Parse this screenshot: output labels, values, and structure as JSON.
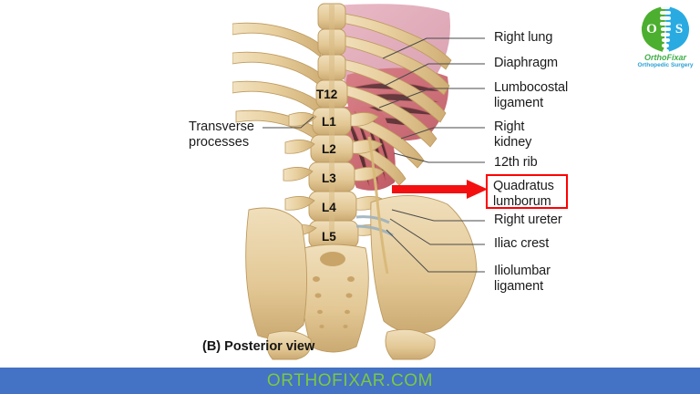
{
  "page": {
    "background_color": "#ffffff",
    "caption": "(B) Posterior view"
  },
  "logo": {
    "name": "orthofixar-logo",
    "title": "OrthoFixar",
    "subtitle": "Orthopedic Surgery",
    "green": "#4caf2f",
    "blue": "#29abe2"
  },
  "footer": {
    "text": "ORTHOFIXAR.COM",
    "background_color": "#4472c4",
    "text_color": "#7ac943"
  },
  "highlight": {
    "label": "Quadratus\nlumborum",
    "border_color": "#ff0000",
    "arrow_color": "#ff0000"
  },
  "labels_right": [
    {
      "name": "right-lung",
      "text": "Right lung"
    },
    {
      "name": "diaphragm",
      "text": "Diaphragm"
    },
    {
      "name": "lumbocostal-ligament",
      "text": "Lumbocostal\nligament"
    },
    {
      "name": "right-kidney",
      "text": "Right\nkidney"
    },
    {
      "name": "twelfth-rib",
      "text": "12th rib"
    },
    {
      "name": "right-ureter",
      "text": "Right ureter"
    },
    {
      "name": "iliac-crest",
      "text": "Iliac crest"
    },
    {
      "name": "iliolumbar-ligament",
      "text": "Iliolumbar\nligament"
    }
  ],
  "labels_left": [
    {
      "name": "transverse-processes",
      "text": "Transverse\nprocesses"
    }
  ],
  "vertebrae": [
    {
      "name": "vertebra-t12",
      "text": "T12"
    },
    {
      "name": "vertebra-l1",
      "text": "L1"
    },
    {
      "name": "vertebra-l2",
      "text": "L2"
    },
    {
      "name": "vertebra-l3",
      "text": "L3"
    },
    {
      "name": "vertebra-l4",
      "text": "L4"
    },
    {
      "name": "vertebra-l5",
      "text": "L5"
    }
  ],
  "colors": {
    "bone": "#e8cf9e",
    "bone_shade": "#d4b577",
    "lung": "#e0a8b8",
    "muscle": "#d4707a",
    "muscle_dark": "#c05560",
    "leader": "#444444"
  }
}
